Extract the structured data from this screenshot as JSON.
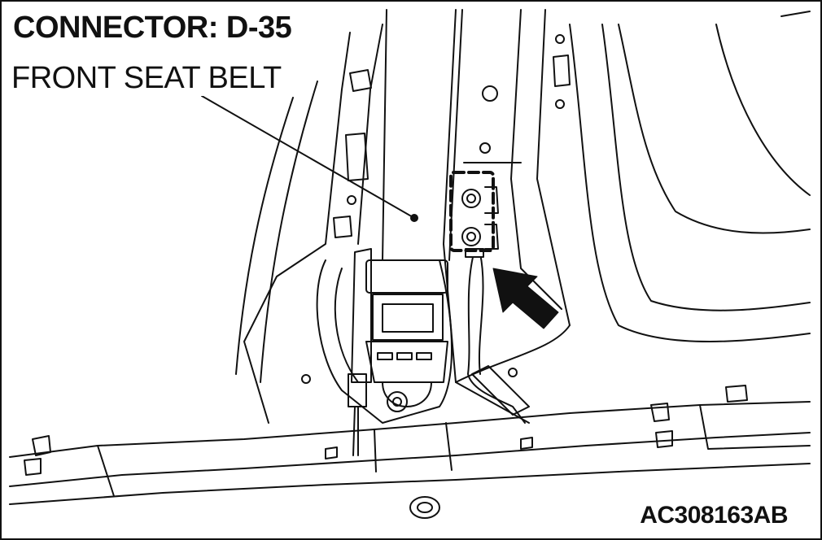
{
  "diagram": {
    "title": "CONNECTOR: D-35",
    "component_label": "FRONT SEAT BELT",
    "figure_code": "AC308163AB"
  },
  "colors": {
    "line": "#111111",
    "background": "#ffffff"
  }
}
